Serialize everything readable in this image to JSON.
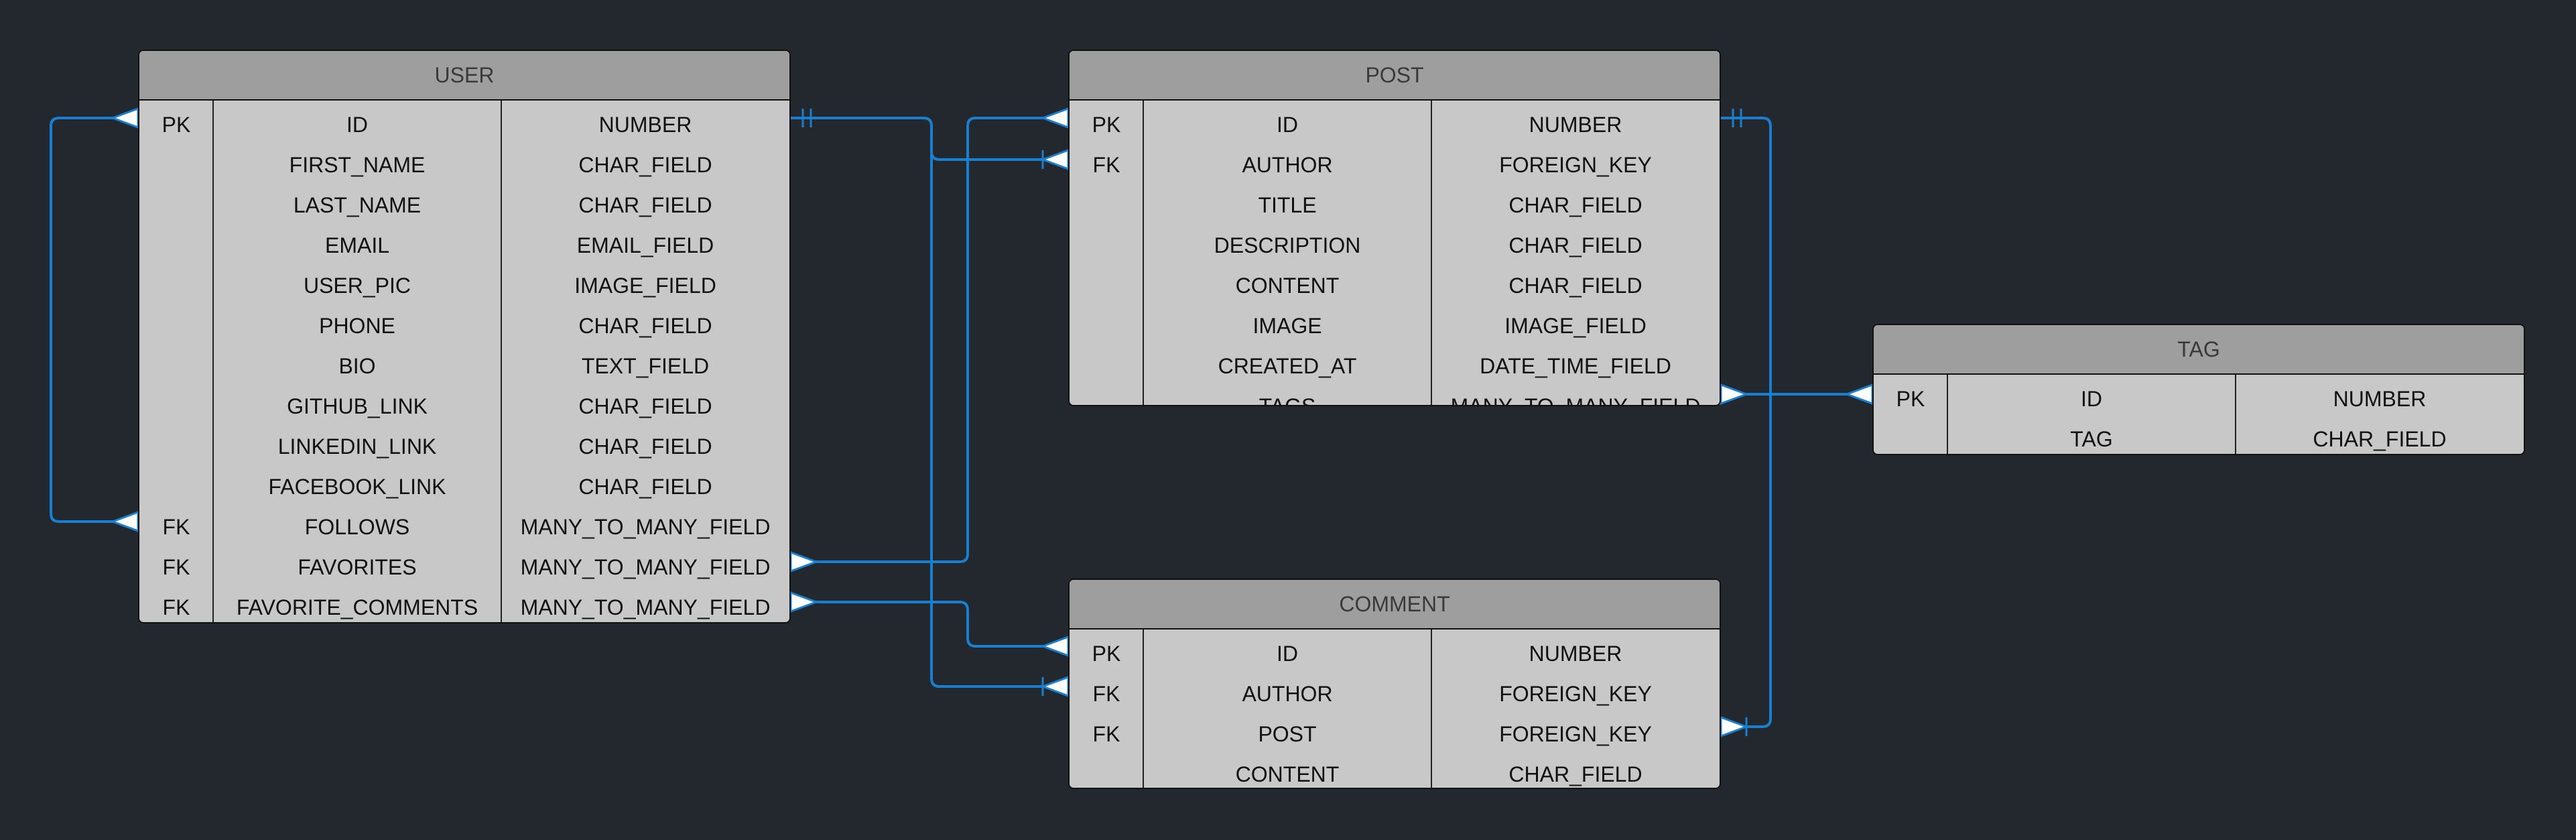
{
  "colors": {
    "background": "#23272e",
    "table_fill": "#c8c8c8",
    "header_fill": "#9e9e9e",
    "link": "#1a7fcf",
    "crowfoot_fill": "#ffffff"
  },
  "entities": [
    {
      "id": "user",
      "name": "USER",
      "rows": [
        {
          "key": "PK",
          "name": "ID",
          "type": "NUMBER"
        },
        {
          "key": "",
          "name": "FIRST_NAME",
          "type": "CHAR_FIELD"
        },
        {
          "key": "",
          "name": "LAST_NAME",
          "type": "CHAR_FIELD"
        },
        {
          "key": "",
          "name": "EMAIL",
          "type": "EMAIL_FIELD"
        },
        {
          "key": "",
          "name": "USER_PIC",
          "type": "IMAGE_FIELD"
        },
        {
          "key": "",
          "name": "PHONE",
          "type": "CHAR_FIELD"
        },
        {
          "key": "",
          "name": "BIO",
          "type": "TEXT_FIELD"
        },
        {
          "key": "",
          "name": "GITHUB_LINK",
          "type": "CHAR_FIELD"
        },
        {
          "key": "",
          "name": "LINKEDIN_LINK",
          "type": "CHAR_FIELD"
        },
        {
          "key": "",
          "name": "FACEBOOK_LINK",
          "type": "CHAR_FIELD"
        },
        {
          "key": "FK",
          "name": "FOLLOWS",
          "type": "MANY_TO_MANY_FIELD"
        },
        {
          "key": "FK",
          "name": "FAVORITES",
          "type": "MANY_TO_MANY_FIELD"
        },
        {
          "key": "FK",
          "name": "FAVORITE_COMMENTS",
          "type": "MANY_TO_MANY_FIELD"
        }
      ]
    },
    {
      "id": "post",
      "name": "POST",
      "rows": [
        {
          "key": "PK",
          "name": "ID",
          "type": "NUMBER"
        },
        {
          "key": "FK",
          "name": "AUTHOR",
          "type": "FOREIGN_KEY"
        },
        {
          "key": "",
          "name": "TITLE",
          "type": "CHAR_FIELD"
        },
        {
          "key": "",
          "name": "DESCRIPTION",
          "type": "CHAR_FIELD"
        },
        {
          "key": "",
          "name": "CONTENT",
          "type": "CHAR_FIELD"
        },
        {
          "key": "",
          "name": "IMAGE",
          "type": "IMAGE_FIELD"
        },
        {
          "key": "",
          "name": "CREATED_AT",
          "type": "DATE_TIME_FIELD"
        },
        {
          "key": "",
          "name": "TAGS",
          "type": "MANY_TO_MANY_FIELD"
        }
      ]
    },
    {
      "id": "tag",
      "name": "TAG",
      "rows": [
        {
          "key": "PK",
          "name": "ID",
          "type": "NUMBER"
        },
        {
          "key": "",
          "name": "TAG",
          "type": "CHAR_FIELD"
        }
      ]
    },
    {
      "id": "comment",
      "name": "COMMENT",
      "rows": [
        {
          "key": "PK",
          "name": "ID",
          "type": "NUMBER"
        },
        {
          "key": "FK",
          "name": "AUTHOR",
          "type": "FOREIGN_KEY"
        },
        {
          "key": "FK",
          "name": "POST",
          "type": "FOREIGN_KEY"
        },
        {
          "key": "",
          "name": "CONTENT",
          "type": "CHAR_FIELD"
        }
      ]
    }
  ],
  "relationships": [
    {
      "from": "user.FOLLOWS",
      "to": "user.ID",
      "from_end": "many",
      "to_end": "many"
    },
    {
      "from": "user.ID",
      "to": "post.AUTHOR",
      "from_end": "one",
      "to_end": "one-or-many"
    },
    {
      "from": "user.FAVORITES",
      "to": "post.ID",
      "from_end": "many",
      "to_end": "many"
    },
    {
      "from": "user.FAVORITE_COMMENTS",
      "to": "comment.ID",
      "from_end": "many",
      "to_end": "many"
    },
    {
      "from": "user.ID",
      "to": "comment.AUTHOR",
      "from_end": "one",
      "to_end": "one-or-many"
    },
    {
      "from": "post.ID",
      "to": "comment.POST",
      "from_end": "one",
      "to_end": "one-or-many"
    },
    {
      "from": "post.TAGS",
      "to": "tag.ID",
      "from_end": "many",
      "to_end": "many"
    }
  ]
}
